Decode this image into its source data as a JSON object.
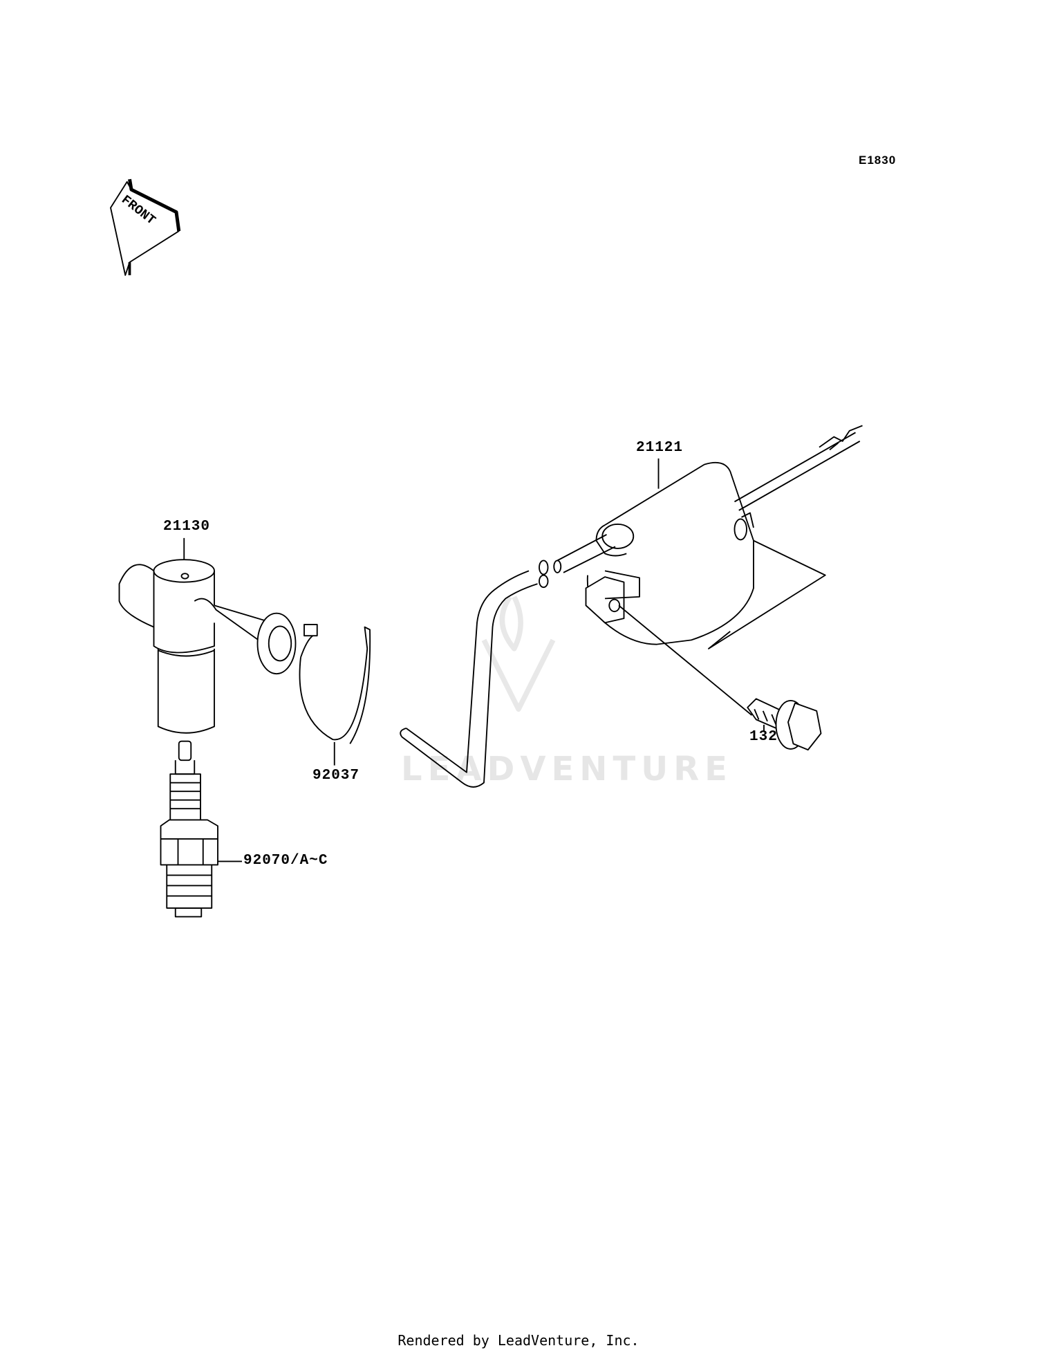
{
  "diagram": {
    "code": "E1830",
    "front_marker": "FRONT",
    "parts": [
      {
        "number": "21121"
      },
      {
        "number": "21130"
      },
      {
        "number": "92037"
      },
      {
        "number": "132"
      },
      {
        "number": "92070/A~C"
      }
    ]
  },
  "watermark": "LEADVENTURE",
  "footer": "Rendered by LeadVenture, Inc."
}
